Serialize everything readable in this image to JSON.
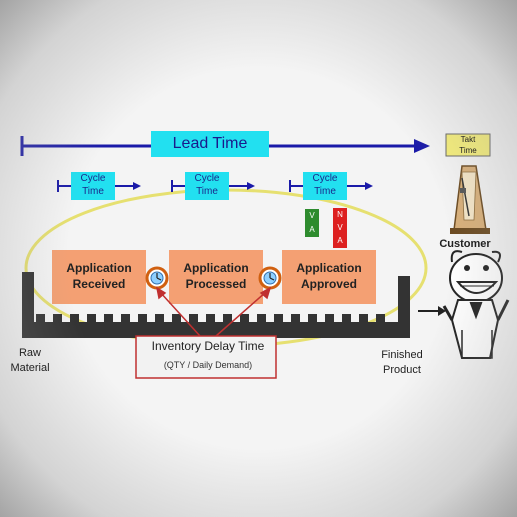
{
  "lead_time": {
    "label": "Lead Time"
  },
  "takt_time": {
    "label": "Takt\nTime"
  },
  "cycle_times": [
    {
      "label": "Cycle\nTime"
    },
    {
      "label": "Cycle\nTime"
    },
    {
      "label": "Cycle\nTime"
    }
  ],
  "value_tags": {
    "va": "V\nA",
    "nva": "N\nV\nA"
  },
  "processes": [
    {
      "label": "Application\nReceived"
    },
    {
      "label": "Application\nProcessed"
    },
    {
      "label": "Application\nApproved"
    }
  ],
  "customer": {
    "label": "Customer"
  },
  "conveyor": {
    "start_label": "Raw\nMaterial",
    "end_label": "Finished\nProduct"
  },
  "inventory": {
    "title": "Inventory Delay Time",
    "subtitle": "(QTY / Daily Demand)"
  },
  "colors": {
    "lead_arrow": "#1a1aa8",
    "lead_box": "#22e0f0",
    "process_box": "#f4a073",
    "takt_box": "#f6ef7a",
    "ellipse": "#e6e070",
    "va": "#2e8b2e",
    "nva": "#dd2020",
    "conveyor": "#333333",
    "inventory_border": "#c03030"
  }
}
